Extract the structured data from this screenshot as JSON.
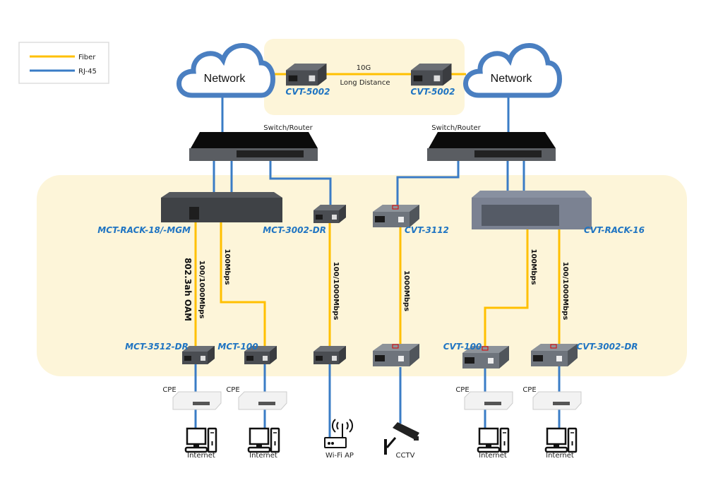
{
  "legend": {
    "fiber": "Fiber",
    "rj45": "RJ-45"
  },
  "colors": {
    "fiber": "#ffc000",
    "rj45": "#3a7cc6",
    "model_label": "#1f74c2",
    "highlight": "#fdf5d9"
  },
  "clouds": {
    "left": "Network",
    "right": "Network"
  },
  "long_distance": {
    "speed": "10G",
    "caption": "Long Distance",
    "left_device": "CVT-5002",
    "right_device": "CVT-5002"
  },
  "switches": {
    "left": "Switch/Router",
    "right": "Switch/Router"
  },
  "racks": {
    "left": "MCT-RACK-18/-MGM",
    "right": "CVT-RACK-16"
  },
  "mid_devices": {
    "mct3002": "MCT-3002-DR",
    "cvt3112": "CVT-3112"
  },
  "links": {
    "oam": "802.3ah OAM",
    "l1": "100/1000Mbps",
    "l2": "100Mbps",
    "l3": "100/1000Mbps",
    "l4": "1000Mbps",
    "l5": "100Mbps",
    "l6": "100/1000Mbps"
  },
  "end_devices": {
    "d1": "MCT-3512-DR",
    "d2": "MCT-100",
    "d5": "CVT-100",
    "d6": "CVT-3002-DR"
  },
  "cpe": [
    "CPE",
    "CPE",
    "CPE",
    "CPE"
  ],
  "endpoints": [
    "Internet",
    "Internet",
    "Wi-Fi AP",
    "CCTV",
    "Internet",
    "Internet"
  ],
  "icons": [
    "cloud-icon",
    "switch-icon",
    "rack-chassis-icon",
    "media-converter-icon",
    "cpe-router-icon",
    "computer-icon",
    "wifi-ap-icon",
    "cctv-camera-icon"
  ]
}
